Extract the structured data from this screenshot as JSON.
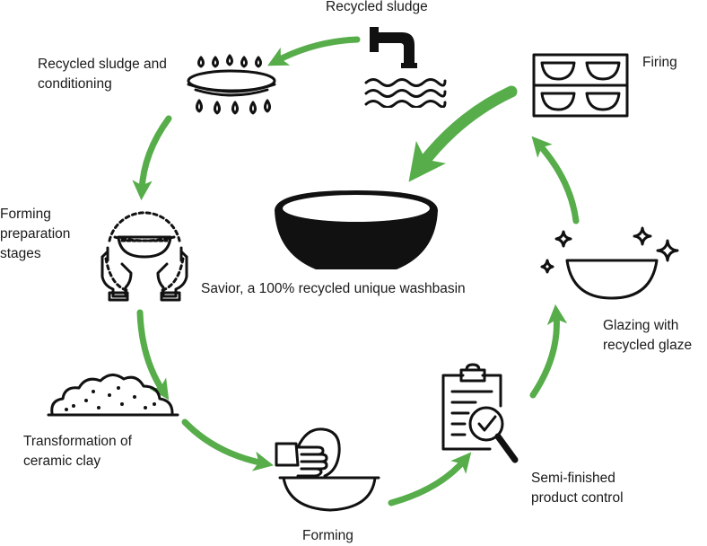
{
  "center": {
    "caption": "Savior, a 100% recycled unique washbasin"
  },
  "steps": [
    {
      "id": "recycled-sludge",
      "label": "Recycled sludge",
      "icon": "faucet-water-icon"
    },
    {
      "id": "sludge-conditioning",
      "label": "Recycled sludge and\nconditioning",
      "icon": "sprinkler-drops-icon"
    },
    {
      "id": "forming-preparation",
      "label": "Forming\npreparation\nstages",
      "icon": "hands-bowl-icon"
    },
    {
      "id": "clay-transformation",
      "label": "Transformation of\nceramic clay",
      "icon": "clay-pile-icon"
    },
    {
      "id": "forming",
      "label": "Forming",
      "icon": "hand-bowl-forming-icon"
    },
    {
      "id": "product-control",
      "label": "Semi-finished\nproduct control",
      "icon": "clipboard-magnifier-icon"
    },
    {
      "id": "glazing",
      "label": "Glazing with\nrecycled glaze",
      "icon": "sparkling-bowl-icon"
    },
    {
      "id": "firing",
      "label": "Firing",
      "icon": "kiln-shelves-icon"
    }
  ],
  "colors": {
    "arrow": "#56ad4a",
    "ink": "#111111"
  }
}
